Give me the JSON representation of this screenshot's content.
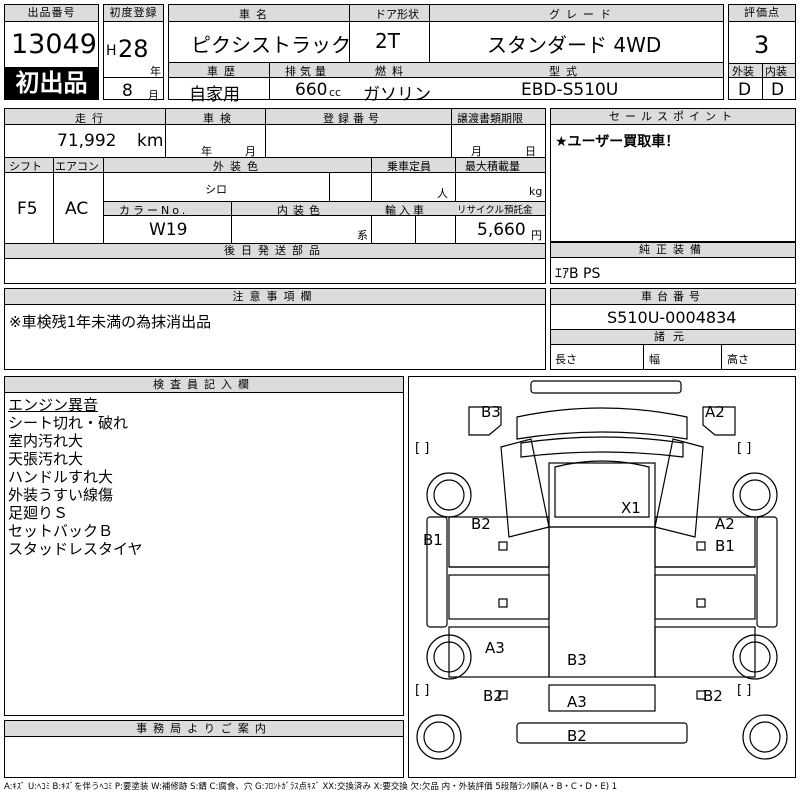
{
  "header": {
    "lot_label": "出品番号",
    "lot_number": "13049",
    "first_badge": "初出品",
    "reg_label": "初度登録",
    "era": "H",
    "reg_year": "28",
    "year_unit": "年",
    "reg_month": "8",
    "month_unit": "月",
    "name_label": "車名",
    "car_name": "ピクシストラック",
    "door_label": "ドア形状",
    "door": "2T",
    "grade_label": "グレード",
    "grade": "スタンダード 4WD",
    "score_label": "評価点",
    "score": "3",
    "history_label": "車歴",
    "history": "自家用",
    "disp_label": "排気量",
    "displacement": "660",
    "disp_unit": "cc",
    "fuel_label": "燃料",
    "fuel": "ガソリン",
    "model_label": "型式",
    "model": "EBD-S510U",
    "ext_label": "外装",
    "int_label": "内装",
    "ext_grade": "D",
    "int_grade": "D"
  },
  "row2": {
    "mileage_label": "走行",
    "mileage": "71,992",
    "mileage_unit": "km",
    "inspection_label": "車検",
    "insp_year_unit": "年",
    "insp_month_unit": "月",
    "regno_label": "登録番号",
    "transfer_label": "譲渡書類期限",
    "transfer_month": "月",
    "transfer_day": "日",
    "shift_label": "シフト",
    "shift": "F5",
    "ac_label": "エアコン",
    "ac": "AC",
    "ext_color_label": "外装色",
    "ext_color": "シロ",
    "capacity_label": "乗車定員",
    "capacity_unit": "人",
    "load_label": "最大積載量",
    "load_unit": "kg",
    "color_no_label": "カラーNo.",
    "color_no": "W19",
    "int_color_label": "内装色",
    "int_color_unit": "系",
    "import_label": "輸入車",
    "recycle_label": "リサイクル預託金",
    "recycle": "5,660",
    "recycle_unit": "円",
    "later_parts_label": "後日発送部品",
    "sales_label": "セールスポイント",
    "sales": "★ユーザー買取車！",
    "equip_label": "純正装備",
    "equipment": "ｴｱB PS"
  },
  "notes": {
    "caution_label": "注意事項欄",
    "caution": "※車検残1年未満の為抹消出品",
    "chassis_label": "車台番号",
    "chassis": "S510U-0004834",
    "spec_label": "諸元",
    "length_label": "長さ",
    "width_label": "幅",
    "height_label": "高さ"
  },
  "inspector": {
    "label": "検査員記入欄",
    "items": [
      "エンジン異音",
      "シート切れ・破れ",
      "室内汚れ大",
      "天張汚れ大",
      "ハンドルすれ大",
      "外装うすい線傷",
      "足廻りＳ",
      "セットバックＢ",
      "スタッドレスタイヤ"
    ]
  },
  "office": {
    "label": "事務局よりご案内"
  },
  "diagram_marks": {
    "b3_top": "B3",
    "a2_top": "A2",
    "x1": "X1",
    "b2_left": "B2",
    "a2_right": "A2",
    "b1_left": "B1",
    "b1_right": "B1",
    "a3_left": "A3",
    "b3_bed": "B3",
    "b2_low_left": "B2",
    "b2_low_right": "B2",
    "a3_rear": "A3",
    "b2_bottom": "B2",
    "bracket": "[    ]"
  },
  "footer": "A:ｷｽﾞ U:ﾍｺﾐ B:ｷｽﾞを伴うﾍｺﾐ P:要塗装 W:補修跡 S:錆 C:腐食、穴 G:ﾌﾛﾝﾄｶﾞﾗｽ点ｷｽﾞ XX:交換済み X:要交換 欠:欠品 内・外装評価 5段階ﾗﾝｸ順(A・B・C・D・E) 1"
}
